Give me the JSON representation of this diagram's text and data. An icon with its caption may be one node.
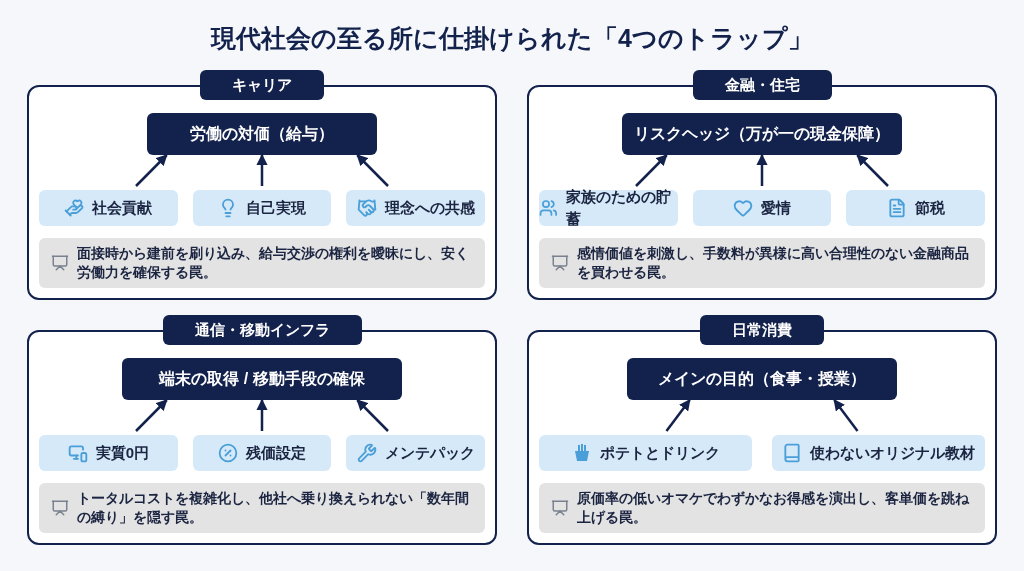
{
  "diagram": {
    "title": "現代社会の至る所に仕掛けられた「4つのトラップ」",
    "nodes": [
      {
        "text": [
          "キャリア"
        ]
      },
      {
        "text": [
          "労働の対価（給与）"
        ],
        "in": 0
      },
      {
        "text": [
          "社会貢献"
        ],
        "in": 0
      },
      {
        "text": [
          "自己実現"
        ],
        "in": 0
      },
      {
        "text": [
          "理念への共感"
        ],
        "in": 0
      },
      {
        "text": [
          "面接時から建前を刷り込み、給与交渉の権利を曖昧にし、安く労働力を確保する罠。"
        ],
        "in": 0
      },
      {
        "text": [
          "金融・住宅"
        ]
      },
      {
        "text": [
          "リスクヘッジ（万が一の現金保障）"
        ],
        "in": 6
      },
      {
        "text": [
          "家族のための貯蓄"
        ],
        "in": 6
      },
      {
        "text": [
          "愛情"
        ],
        "in": 6
      },
      {
        "text": [
          "節税"
        ],
        "in": 6
      },
      {
        "text": [
          "感情価値を刺激し、手数料が異様に高い合理性のない金融商品を買わせる罠。"
        ],
        "in": 6
      },
      {
        "text": [
          "通信・移動インフラ"
        ]
      },
      {
        "text": [
          "端末の取得 / 移動手段の確保"
        ],
        "in": 12
      },
      {
        "text": [
          "実質0円"
        ],
        "in": 12
      },
      {
        "text": [
          "残価設定"
        ],
        "in": 12
      },
      {
        "text": [
          "メンテパック"
        ],
        "in": 12
      },
      {
        "text": [
          "トータルコストを複雑化し、他社へ乗り換えられない「数年間の縛り」を隠す罠。"
        ],
        "in": 12
      },
      {
        "text": [
          "日常消費"
        ]
      },
      {
        "text": [
          "メインの目的（食事・授業）"
        ],
        "in": 18
      },
      {
        "text": [
          "ポテトとドリンク"
        ],
        "in": 18
      },
      {
        "text": [
          "使わないオリジナル教材"
        ],
        "in": 18
      },
      {
        "text": [
          "原価率の低いオマケでわずかなお得感を演出し、客単価を跳ね上げる罠。"
        ],
        "in": 18
      }
    ],
    "edges": [
      {
        "from": 2,
        "to": 1,
        "arrow": "to"
      },
      {
        "from": 3,
        "to": 1,
        "arrow": "to"
      },
      {
        "from": 4,
        "to": 1,
        "arrow": "to"
      },
      {
        "from": 8,
        "to": 7,
        "arrow": "to"
      },
      {
        "from": 9,
        "to": 7,
        "arrow": "to"
      },
      {
        "from": 10,
        "to": 7,
        "arrow": "to"
      },
      {
        "from": 14,
        "to": 13,
        "arrow": "to"
      },
      {
        "from": 15,
        "to": 13,
        "arrow": "to"
      },
      {
        "from": 16,
        "to": 13,
        "arrow": "to"
      },
      {
        "from": 20,
        "to": 19,
        "arrow": "to"
      },
      {
        "from": 21,
        "to": 19,
        "arrow": "to"
      }
    ]
  }
}
